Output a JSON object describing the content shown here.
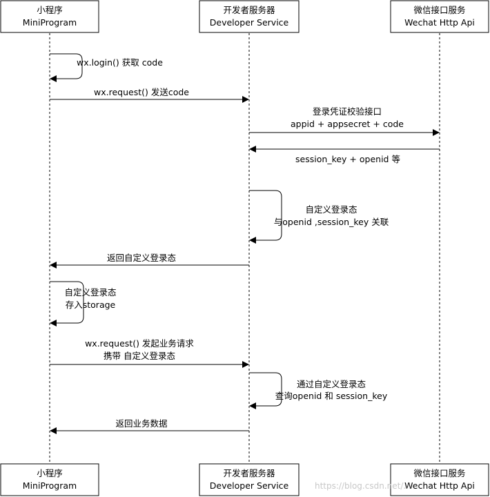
{
  "participants": [
    {
      "id": "mini",
      "name_cn": "小程序",
      "name_en": "MiniProgram"
    },
    {
      "id": "dev",
      "name_cn": "开发者服务器",
      "name_en": "Developer Service"
    },
    {
      "id": "wx",
      "name_cn": "微信接口服务",
      "name_en": "Wechat Http Api"
    }
  ],
  "messages": [
    {
      "id": "m1",
      "kind": "self",
      "from": "mini",
      "lines": [
        "wx.login() 获取 code"
      ]
    },
    {
      "id": "m2",
      "kind": "arrow",
      "from": "mini",
      "to": "dev",
      "lines": [
        "wx.request() 发送code"
      ]
    },
    {
      "id": "m3",
      "kind": "arrow",
      "from": "dev",
      "to": "wx",
      "lines": [
        "登录凭证校验接口",
        "appid + appsecret + code"
      ]
    },
    {
      "id": "m4",
      "kind": "arrow",
      "from": "wx",
      "to": "dev",
      "lines": [
        "session_key + openid 等"
      ]
    },
    {
      "id": "m5",
      "kind": "self",
      "from": "dev",
      "lines": [
        "自定义登录态",
        "与openid ,session_key 关联"
      ]
    },
    {
      "id": "m6",
      "kind": "arrow",
      "from": "dev",
      "to": "mini",
      "lines": [
        "返回自定义登录态"
      ]
    },
    {
      "id": "m7",
      "kind": "self",
      "from": "mini",
      "lines": [
        "自定义登录态",
        "存入storage"
      ]
    },
    {
      "id": "m8",
      "kind": "arrow",
      "from": "mini",
      "to": "dev",
      "lines": [
        "wx.request() 发起业务请求",
        "携带 自定义登录态"
      ]
    },
    {
      "id": "m9",
      "kind": "self",
      "from": "dev",
      "lines": [
        "通过自定义登录态",
        "查询openid 和 session_key"
      ]
    },
    {
      "id": "m10",
      "kind": "arrow",
      "from": "dev",
      "to": "mini",
      "lines": [
        "返回业务数据"
      ]
    }
  ],
  "watermark": "https://blog.csdn.net/..."
}
